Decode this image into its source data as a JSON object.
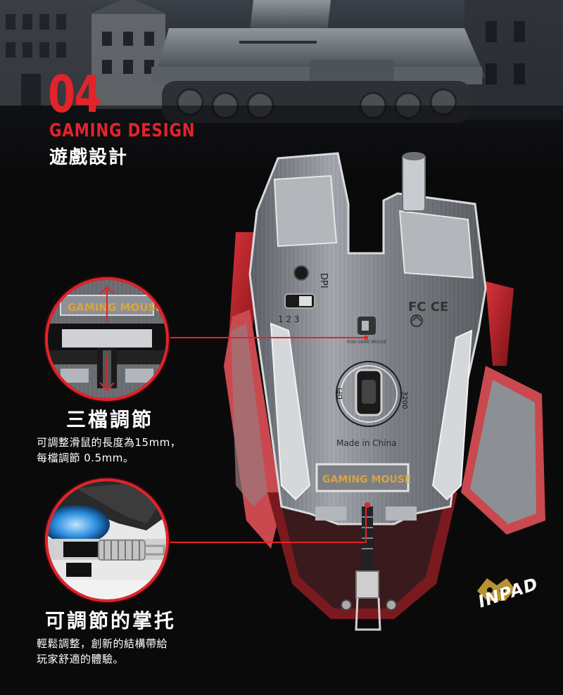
{
  "section": {
    "number": "04",
    "title_en": "GAMING DESIGN",
    "title_zh": "遊戲設計"
  },
  "features": [
    {
      "title": "三檔調節",
      "desc_line1": "可調整滑鼠的長度為15mm，",
      "desc_line2": "每檔調節 0.5mm。"
    },
    {
      "title": "可調節的掌托",
      "desc_line1": "輕鬆調整，創新的結構帶給",
      "desc_line2": "玩家舒適的體驗。"
    }
  ],
  "mouse_labels": {
    "dpi": "DPI",
    "steps": "1 2 3",
    "fc_ce": "FC CE",
    "brand_small": "RGB GAME MOUSE",
    "dpi_ring_left": "DPI",
    "dpi_ring_right": "3200",
    "made_in": "Made in China",
    "plate": "GAMING MOUSE",
    "zoom_plate": "GAMING MOUSE"
  },
  "logo": "INPAD",
  "colors": {
    "accent_red": "#e3232a",
    "metal": "#9a9ea3",
    "shell_red": "#b01e24"
  }
}
